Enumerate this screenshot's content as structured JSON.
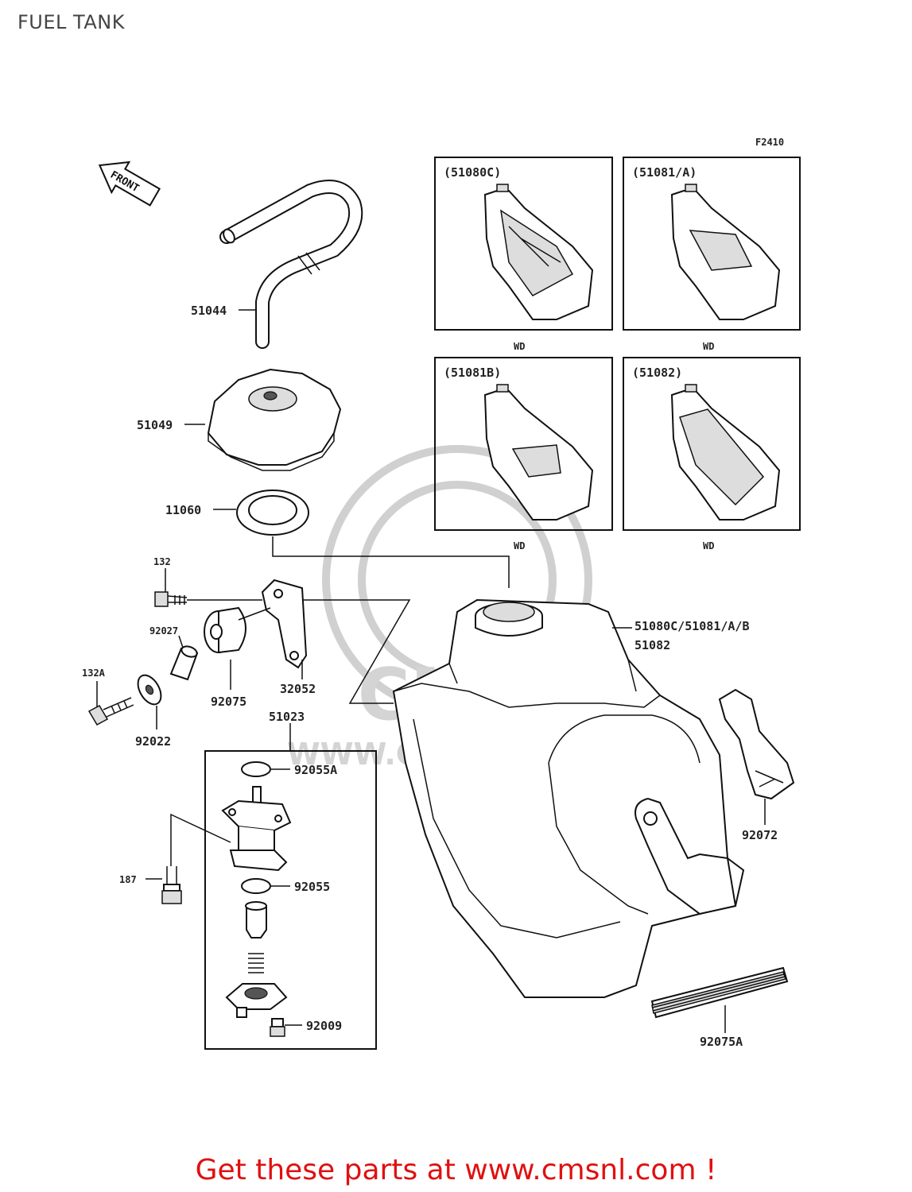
{
  "page": {
    "title": "FUEL TANK"
  },
  "figure_code": "F2410",
  "front_label": "FRONT",
  "watermark": {
    "text": "WWW.CMSNL.COM",
    "logo_text": "CMS"
  },
  "variants": [
    {
      "code": "(51080C)",
      "note": "WD"
    },
    {
      "code": "(51081/A)",
      "note": "WD"
    },
    {
      "code": "(51081B)",
      "note": "WD"
    },
    {
      "code": "(51082)",
      "note": "WD"
    }
  ],
  "parts": {
    "p51044": "51044",
    "p51049": "51049",
    "p11060": "11060",
    "p132": "132",
    "p92027": "92027",
    "p132A": "132A",
    "p92075": "92075",
    "p32052": "32052",
    "p92022": "92022",
    "p51023": "51023",
    "p92055A": "92055A",
    "p187": "187",
    "p92055": "92055",
    "p92009": "92009",
    "tank_line1": "51080C/51081/A/B",
    "tank_line2": "51082",
    "p92072": "92072",
    "p92075A": "92075A"
  },
  "footer": {
    "text": "Get these parts at www.cmsnl.com !"
  }
}
